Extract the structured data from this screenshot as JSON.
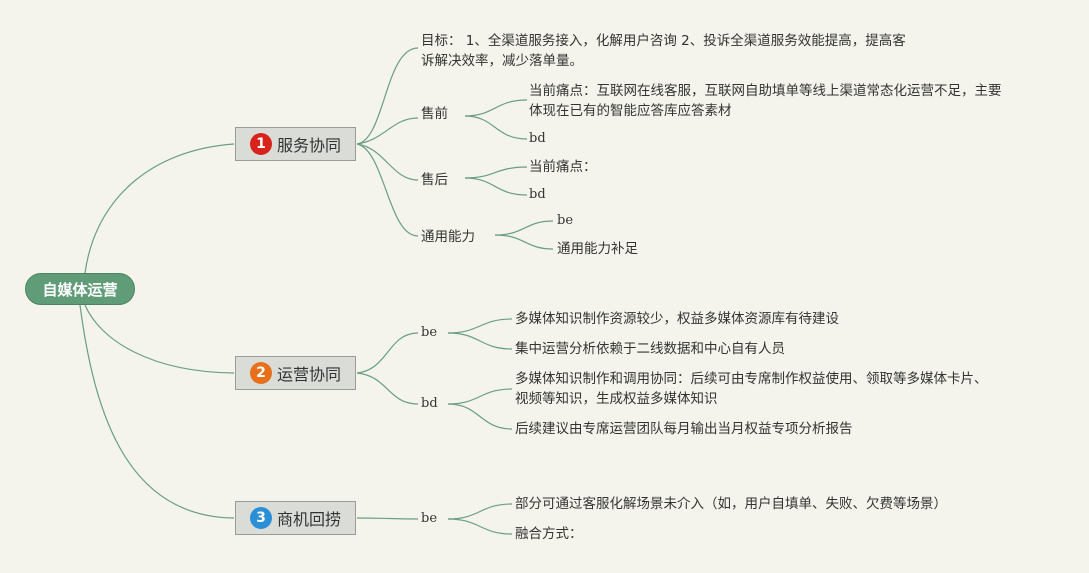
{
  "root": "自媒体运营",
  "branches": [
    {
      "index": "1",
      "color": "#d8231c",
      "label": "服务协同",
      "goal_line1": "目标： 1、全渠道服务接入，化解用户咨询 2、投诉全渠道服务效能提高，提高客",
      "goal_line2": "诉解决效率，减少落单量。",
      "presale": {
        "label": "售前",
        "pain_line1": "当前痛点：互联网在线客服，互联网自助填单等线上渠道常态化运营不足，主要",
        "pain_line2": "体现在已有的智能应答库应答素材",
        "bd": "bd"
      },
      "aftersale": {
        "label": "售后",
        "pain": "当前痛点：",
        "bd": "bd"
      },
      "general": {
        "label": "通用能力",
        "be": "be",
        "supplement": "通用能力补足"
      }
    },
    {
      "index": "2",
      "color": "#e8701a",
      "label": "运营协同",
      "be": {
        "label": "be",
        "item1": "多媒体知识制作资源较少，权益多媒体资源库有待建设",
        "item2": "集中运营分析依赖于二线数据和中心自有人员"
      },
      "bd": {
        "label": "bd",
        "item1_line1": "多媒体知识制作和调用协同：后续可由专席制作权益使用、领取等多媒体卡片、",
        "item1_line2": "视频等知识，生成权益多媒体知识",
        "item2": "后续建议由专席运营团队每月输出当月权益专项分析报告"
      }
    },
    {
      "index": "3",
      "color": "#2a8fd6",
      "label": "商机回捞",
      "be": {
        "label": "be",
        "item1": "部分可通过客服化解场景未介入（如，用户自填单、失败、欠费等场景）",
        "item2": "融合方式："
      }
    }
  ]
}
